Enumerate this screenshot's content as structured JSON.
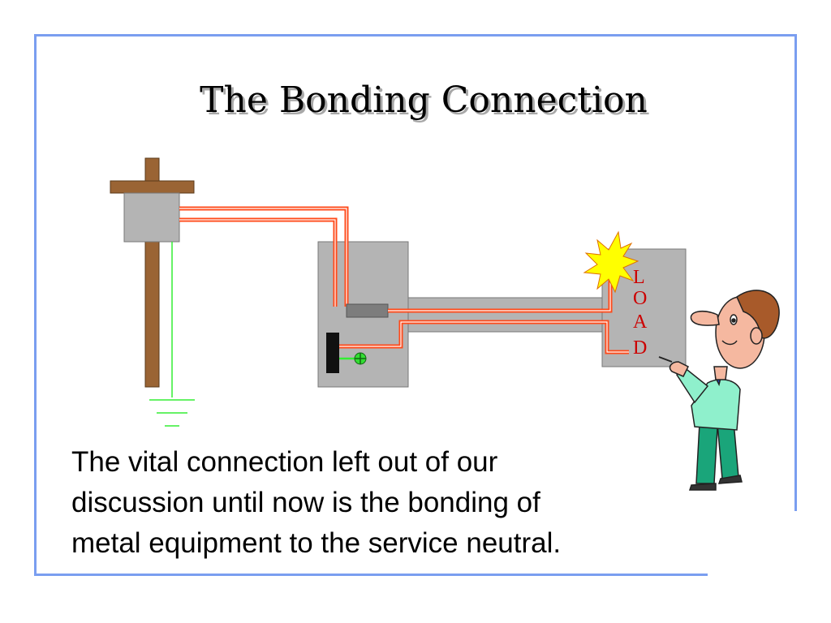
{
  "slide": {
    "title": "The Bonding Connection",
    "caption_lines": [
      "The vital connection left out of our",
      "discussion until now is the bonding of",
      "metal equipment to the service neutral."
    ]
  },
  "diagram": {
    "load_letters": [
      "L",
      "O",
      "A",
      "D"
    ]
  },
  "colors": {
    "frame": "#7a9ef0",
    "hot_wire": "#ff4a1a",
    "ground_wire": "#33ee33",
    "pole": "#9a6434",
    "box": "#b4b4b4",
    "spark": "#ffff00",
    "load_text": "#cc0000"
  }
}
